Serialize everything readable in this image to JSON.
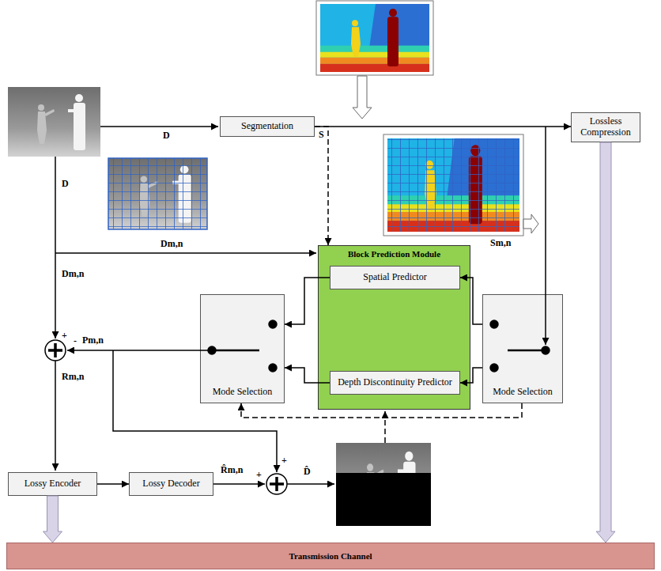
{
  "diagram": {
    "nodes": [
      {
        "text": [
          "Segmentation"
        ]
      },
      {
        "text": [
          "Lossless Compression"
        ]
      },
      {
        "text": [
          "Block Prediction Module"
        ]
      },
      {
        "text": [
          "Spatial Predictor"
        ],
        "in": 2
      },
      {
        "text": [
          "Depth Discontinuity Predictor"
        ],
        "in": 2
      },
      {
        "text": [
          "Mode Selection"
        ]
      },
      {
        "text": [
          "Mode Selection"
        ]
      },
      {
        "text": [
          "Lossy Encoder"
        ]
      },
      {
        "text": [
          "Lossy Decoder"
        ]
      },
      {
        "text": [
          "Transmission Channel"
        ]
      }
    ],
    "edges": [
      {
        "from": 0,
        "to": 1,
        "label": "S",
        "arrow": "to"
      },
      {
        "from": 0,
        "to": 2,
        "arrow": "to"
      },
      {
        "from": 1,
        "to": 9,
        "arrow": "to"
      },
      {
        "from": 3,
        "to": 5,
        "arrow": "to"
      },
      {
        "from": 4,
        "to": 5,
        "arrow": "to"
      },
      {
        "from": 6,
        "to": 3,
        "arrow": "to"
      },
      {
        "from": 6,
        "to": 4,
        "arrow": "to"
      },
      {
        "from": 6,
        "to": 5,
        "arrow": "to"
      },
      {
        "from": 7,
        "to": 8,
        "arrow": "to"
      },
      {
        "from": 7,
        "to": 9,
        "arrow": "to"
      }
    ],
    "labels": [
      "D",
      "D",
      "Dm,n",
      "Sm,n",
      "Dm,n",
      "+",
      "-",
      "Pm,n",
      "Rm,n",
      "R̂m,n",
      "+",
      "+",
      "D̂"
    ]
  }
}
